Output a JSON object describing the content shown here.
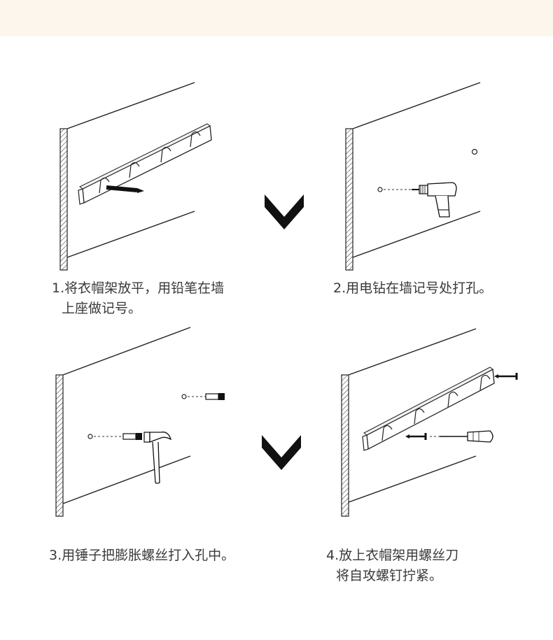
{
  "colors": {
    "band": "#fdf6ec",
    "line": "#222222",
    "arrow": "#111111",
    "text": "#3a3a3a"
  },
  "steps": [
    {
      "id": 1,
      "line1": "1.将衣帽架放平，用铅笔在墙",
      "line2": "上座做记号。"
    },
    {
      "id": 2,
      "line1": "2.用电钻在墙记号处打孔。",
      "line2": ""
    },
    {
      "id": 3,
      "line1": "3.用锤子把膨胀螺丝打入孔中。",
      "line2": ""
    },
    {
      "id": 4,
      "line1": "4.放上衣帽架用螺丝刀",
      "line2": "将自攻螺钉拧紧。"
    }
  ],
  "arrows": [
    "chevron-down-icon",
    "chevron-down-icon"
  ]
}
